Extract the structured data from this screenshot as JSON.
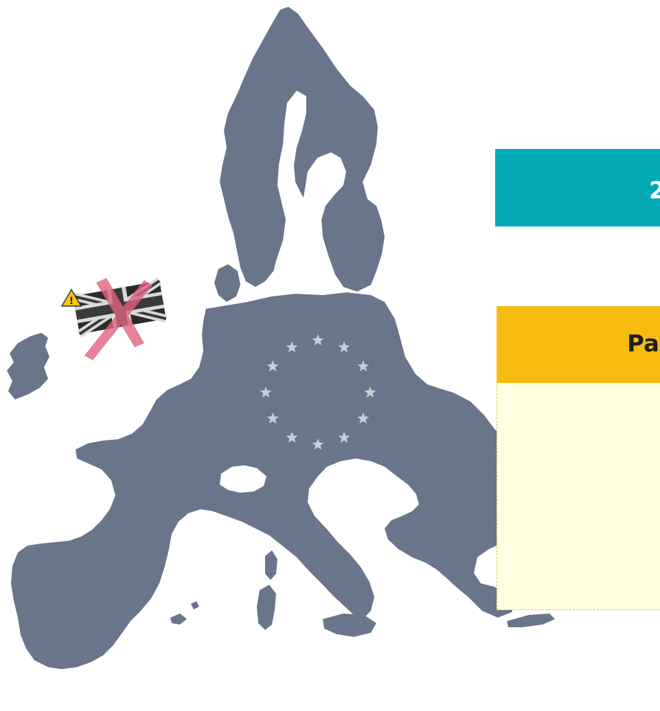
{
  "map": {
    "land_color": "#68758a",
    "star_color": "#c9ced6",
    "eu_star_count": 12,
    "flag_marker": {
      "icon": "union-jack-flag-icon",
      "cross_icon": "red-x-cross-icon",
      "warning_icon": "warning-triangle-icon",
      "warning_glyph": "!",
      "cross_color": "#e0637f",
      "warning_color": "#f5c518"
    }
  },
  "banner": {
    "text": "2",
    "color": "#00a9b4"
  },
  "card": {
    "header_text": "Pa",
    "header_color": "#f7bb10",
    "body_color": "#fefee0"
  }
}
